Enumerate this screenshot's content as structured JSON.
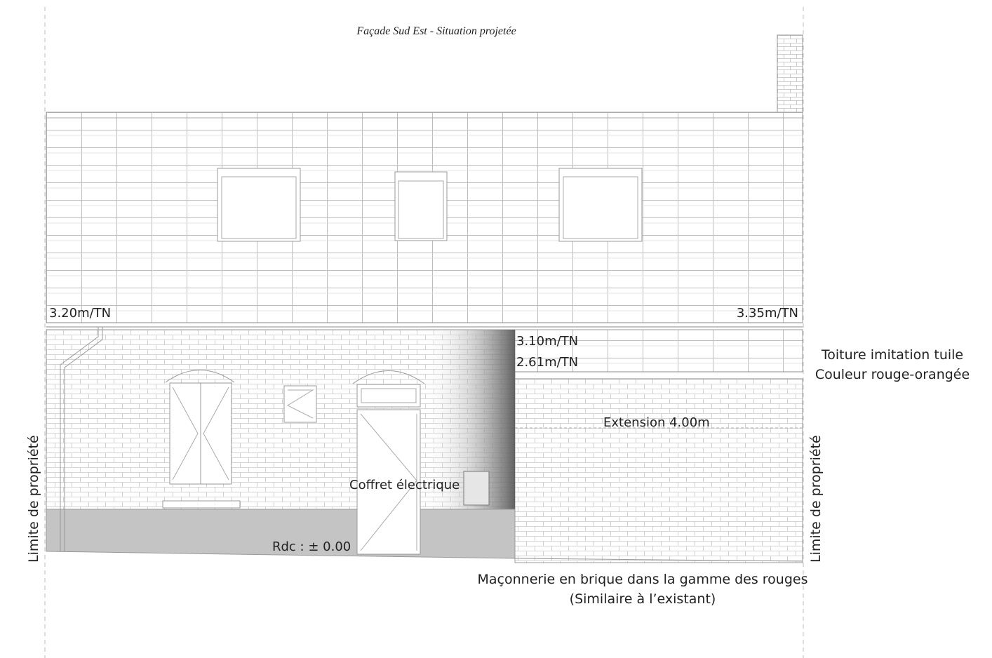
{
  "title": "Façade Sud Est - Situation projetée",
  "levels": {
    "left_roof": "3.20m/TN",
    "right_roof": "3.35m/TN",
    "ext_top": "3.10m/TN",
    "ext_eave": "2.61m/TN",
    "ground": "Rdc : ± 0.00"
  },
  "labels": {
    "extension": "Extension 4.00m",
    "coffret": "Coffret électrique",
    "limite_left": "Limite de propriété",
    "limite_right": "Limite de propriété",
    "toiture_line1": "Toiture imitation tuile",
    "toiture_line2": "Couleur rouge-orangée",
    "maconnerie_line1": "Maçonnerie en brique dans la gamme des rouges",
    "maconnerie_line2": "(Similaire à l’existant)"
  },
  "colors": {
    "line": "#9a9a9a",
    "plinth": "#c4c4c4",
    "shadow": "#6a6a6a"
  }
}
